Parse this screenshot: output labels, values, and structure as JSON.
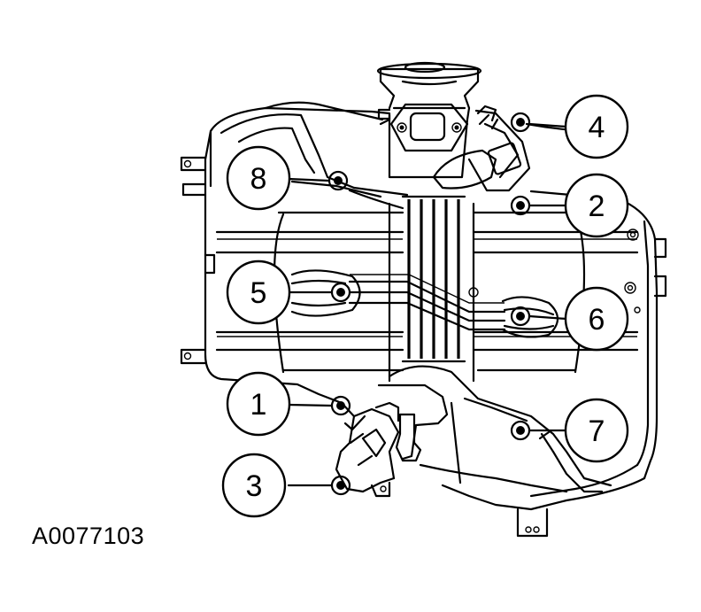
{
  "figure": {
    "id_label": "A0077103",
    "callouts": [
      {
        "key": "c1",
        "label": "1"
      },
      {
        "key": "c2",
        "label": "2"
      },
      {
        "key": "c3",
        "label": "3"
      },
      {
        "key": "c4",
        "label": "4"
      },
      {
        "key": "c5",
        "label": "5"
      },
      {
        "key": "c6",
        "label": "6"
      },
      {
        "key": "c7",
        "label": "7"
      },
      {
        "key": "c8",
        "label": "8"
      }
    ]
  }
}
